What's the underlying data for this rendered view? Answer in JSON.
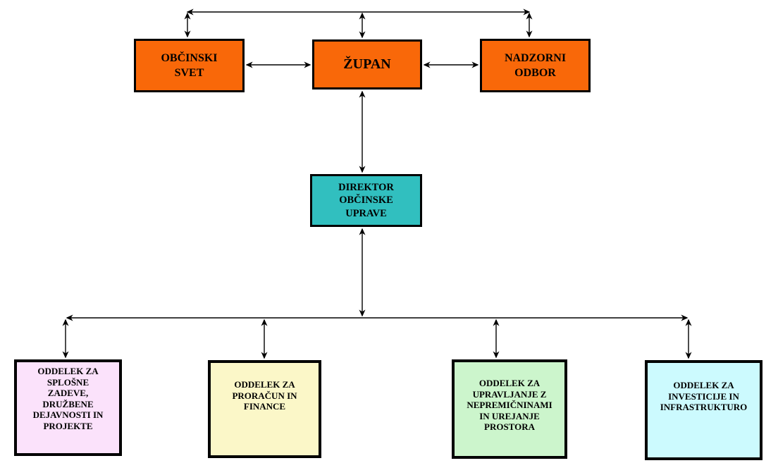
{
  "diagram": {
    "background": "#FFFFFF",
    "line_color": "#000000",
    "border_color": "#000000",
    "nodes": {
      "obcinski_svet": {
        "name": "Občinski svet",
        "lines": [
          "OBČINSKI",
          "SVET"
        ],
        "fill": "#F96809"
      },
      "zupan": {
        "name": "Župan",
        "lines": [
          "ŽUPAN"
        ],
        "fill": "#F96809"
      },
      "nadzorni_odbor": {
        "name": "Nadzorni odbor",
        "lines": [
          "NADZORNI",
          "ODBOR"
        ],
        "fill": "#F96809"
      },
      "direktor": {
        "name": "Direktor občinske uprave",
        "lines": [
          "DIREKTOR",
          "OBČINSKE",
          "UPRAVE"
        ],
        "fill": "#31BFBF"
      },
      "dept_splosne": {
        "name": "Oddelek za splošne zadeve, družbene dejavnosti in projekte",
        "lines": [
          "ODDELEK ZA",
          "SPLOŠNE",
          "ZADEVE,",
          "DRUŽBENE",
          "DEJAVNOSTI IN",
          "PROJEKTE"
        ],
        "fill": "#FBE2FB"
      },
      "dept_proracun": {
        "name": "Oddelek za proračun in finance",
        "lines": [
          "ODDELEK ZA",
          "PRORAČUN IN",
          "FINANCE"
        ],
        "fill": "#FBF7C8"
      },
      "dept_nepremicnine": {
        "name": "Oddelek za upravljanje z nepremičninami in urejanje prostora",
        "lines": [
          "ODDELEK ZA",
          "UPRAVLJANJE Z",
          "NEPREMIČNINAMI",
          "IN UREJANJE",
          "PROSTORA"
        ],
        "fill": "#CCF5CC"
      },
      "dept_investicije": {
        "name": "Oddelek za investicije in infrastrukturo",
        "lines": [
          "ODDELEK ZA",
          "INVESTICIJE IN",
          "INFRASTRUKTURO"
        ],
        "fill": "#CCFAFE"
      }
    }
  }
}
